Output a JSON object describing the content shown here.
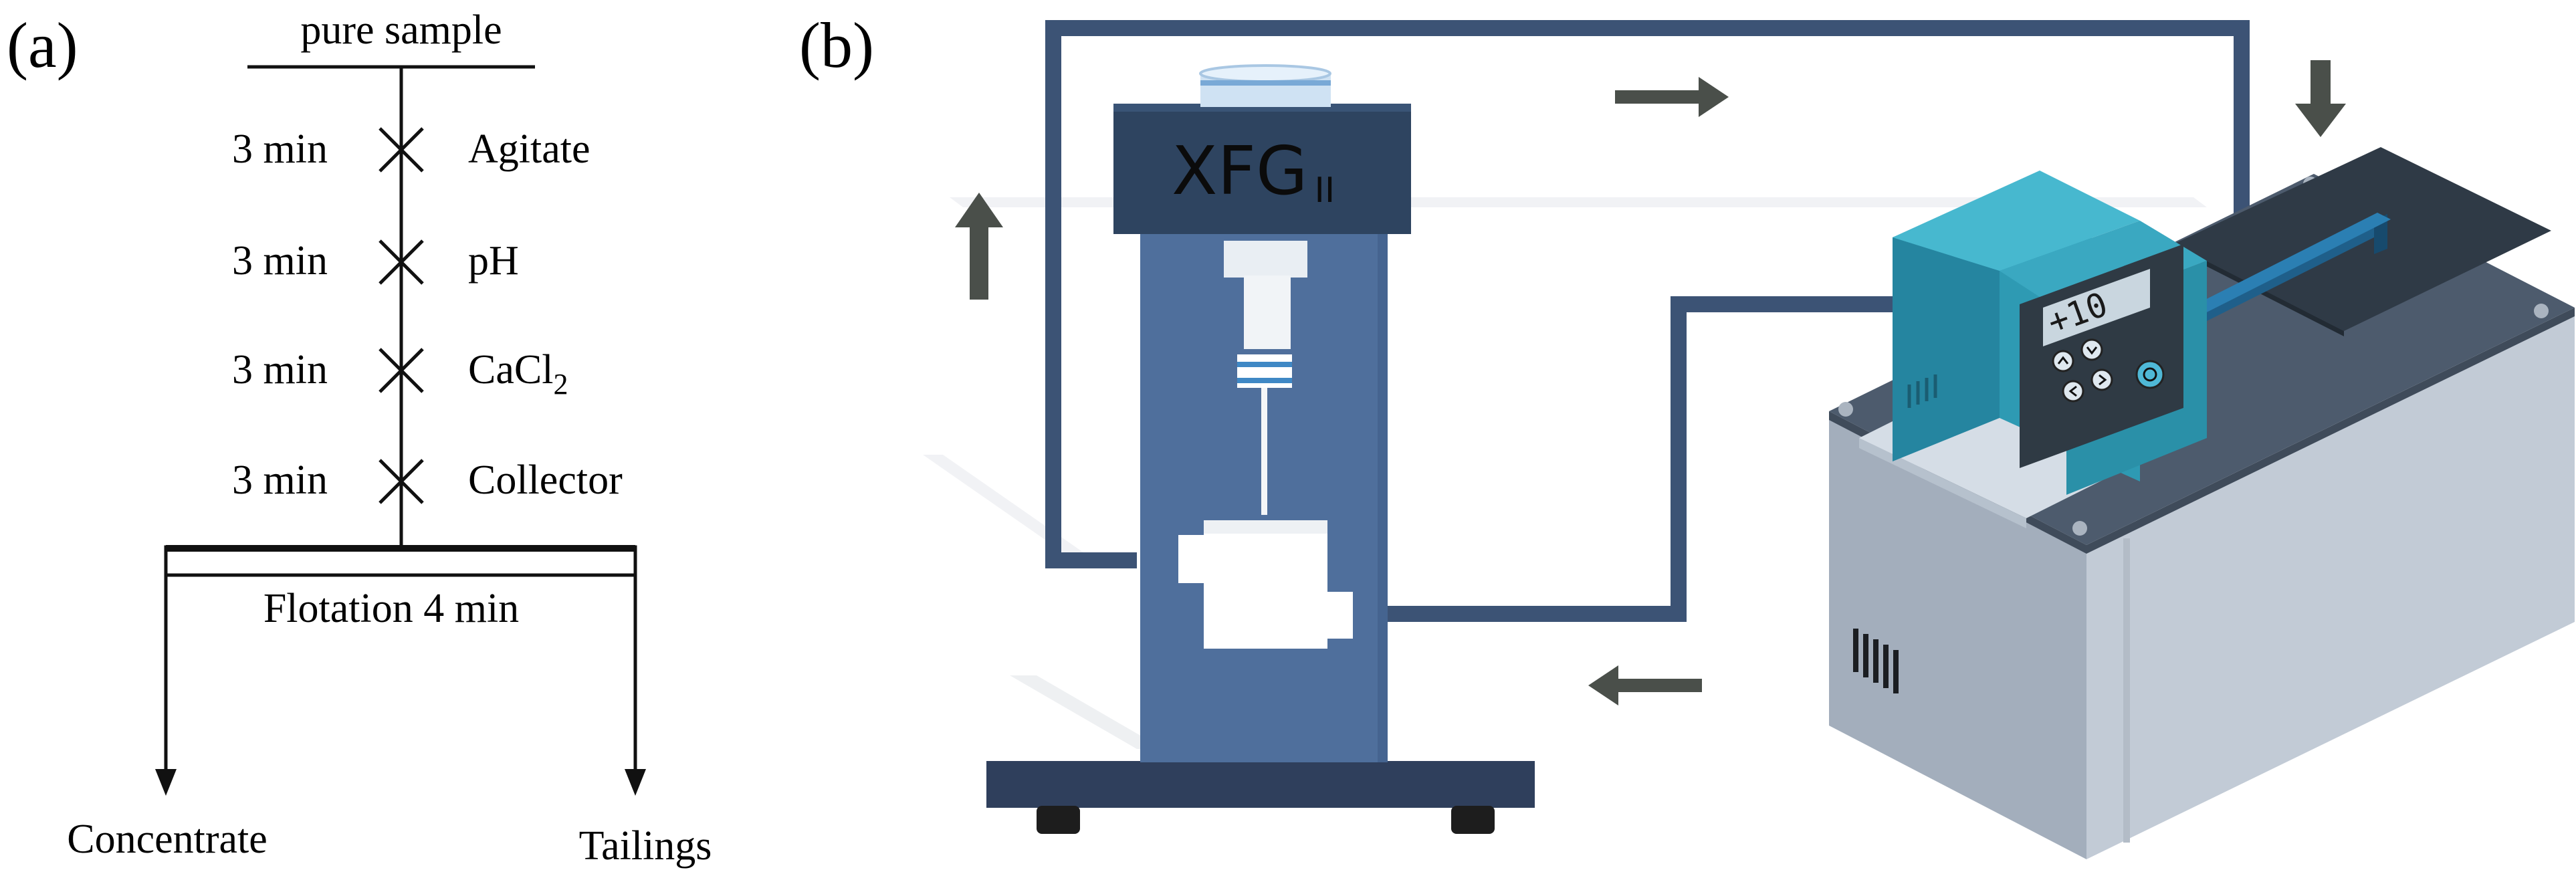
{
  "panel_a": {
    "label": "(a)",
    "top_label": "pure sample",
    "steps": [
      {
        "time": "3 min",
        "name": "Agitate"
      },
      {
        "time": "3 min",
        "name": "pH"
      },
      {
        "time": "3 min",
        "name": "CaCl",
        "subscript": "2"
      },
      {
        "time": "3 min",
        "name": "Collector"
      }
    ],
    "flotation_label": "Flotation 4 min",
    "outputs": {
      "left": "Concentrate",
      "right": "Tailings"
    }
  },
  "panel_b": {
    "label": "(b)",
    "machine_label": "XFG",
    "machine_label_suffix": "II",
    "display_value": "+10",
    "colors": {
      "pipe": "#3c5375",
      "machine_column": "#4f6f9c",
      "machine_head": "#2e4460",
      "base": "#2f3f5c",
      "bath_top": "#4d5b6d",
      "bath_side": "#a3aebc",
      "controller": "#2e9ab3",
      "arrow": "#4a4f4a"
    }
  }
}
